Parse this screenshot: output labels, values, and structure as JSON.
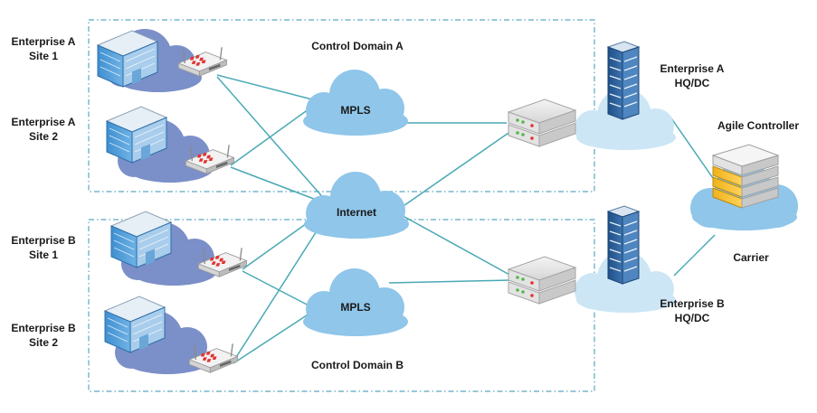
{
  "domains": {
    "a_label": "Control Domain A",
    "b_label": "Control Domain B"
  },
  "sites": [
    {
      "line1": "Enterprise A",
      "line2": "Site 1"
    },
    {
      "line1": "Enterprise A",
      "line2": "Site 2"
    },
    {
      "line1": "Enterprise B",
      "line2": "Site 1"
    },
    {
      "line1": "Enterprise B",
      "line2": "Site 2"
    }
  ],
  "clouds": {
    "mpls_a": "MPLS",
    "internet": "Internet",
    "mpls_b": "MPLS"
  },
  "hq": [
    {
      "line1": "Enterprise A",
      "line2": "HQ/DC"
    },
    {
      "line1": "Enterprise B",
      "line2": "HQ/DC"
    }
  ],
  "controller": {
    "label": "Agile Controller",
    "sublabel": "Carrier"
  },
  "colors": {
    "link": "#4aa9b5",
    "domain_border": "#5aa8c0",
    "cloud_light": "#8fc6ea",
    "cloud_hq": "#cce6f5",
    "cloud_site": "#7b8fc8"
  }
}
